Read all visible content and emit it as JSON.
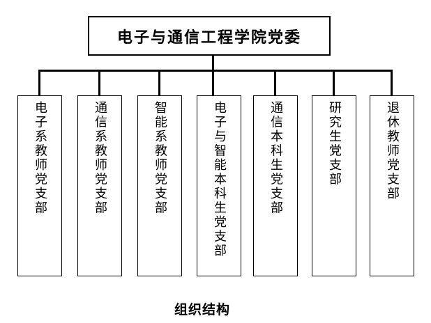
{
  "org_chart": {
    "root": {
      "label": "电子与通信工程学院党委"
    },
    "branches": [
      {
        "label": "电子系教师党支部"
      },
      {
        "label": "通信系教师党支部"
      },
      {
        "label": "智能系教师党支部"
      },
      {
        "label": "电子与智能本科生党支部"
      },
      {
        "label": "通信本科生党支部"
      },
      {
        "label": "研究生党支部"
      },
      {
        "label": "退休教师党支部"
      }
    ],
    "caption": "组织结构"
  },
  "colors": {
    "background": "#ffffff",
    "line": "#000000",
    "text": "#000000"
  }
}
